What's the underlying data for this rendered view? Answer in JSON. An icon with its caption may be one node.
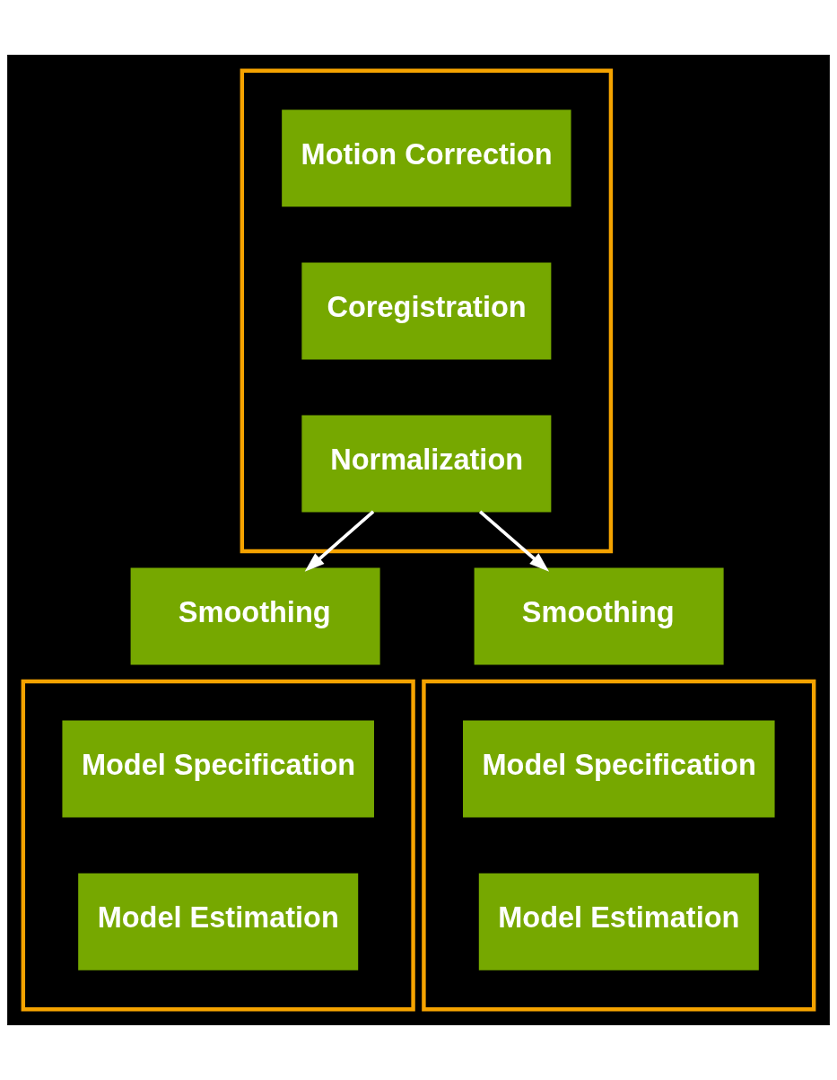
{
  "diagram": {
    "nodes": [
      {
        "text": [],
        "shape": "box"
      },
      {
        "text": [
          "Motion Correction"
        ],
        "in": 0
      },
      {
        "text": [
          "Coregistration"
        ],
        "in": 0
      },
      {
        "text": [
          "Normalization"
        ],
        "in": 0
      },
      {
        "text": [
          "Smoothing"
        ]
      },
      {
        "text": [
          "Smoothing"
        ]
      },
      {
        "text": [],
        "shape": "box"
      },
      {
        "text": [
          "Model Specification"
        ],
        "in": 6
      },
      {
        "text": [
          "Model Estimation"
        ],
        "in": 6
      },
      {
        "text": [],
        "shape": "box"
      },
      {
        "text": [
          "Model Specification"
        ],
        "in": 9
      },
      {
        "text": [
          "Model Estimation"
        ],
        "in": 9
      }
    ],
    "edges": [
      {
        "from": 3,
        "to": 4,
        "arrow": "to"
      },
      {
        "from": 3,
        "to": 5,
        "arrow": "to"
      }
    ]
  }
}
